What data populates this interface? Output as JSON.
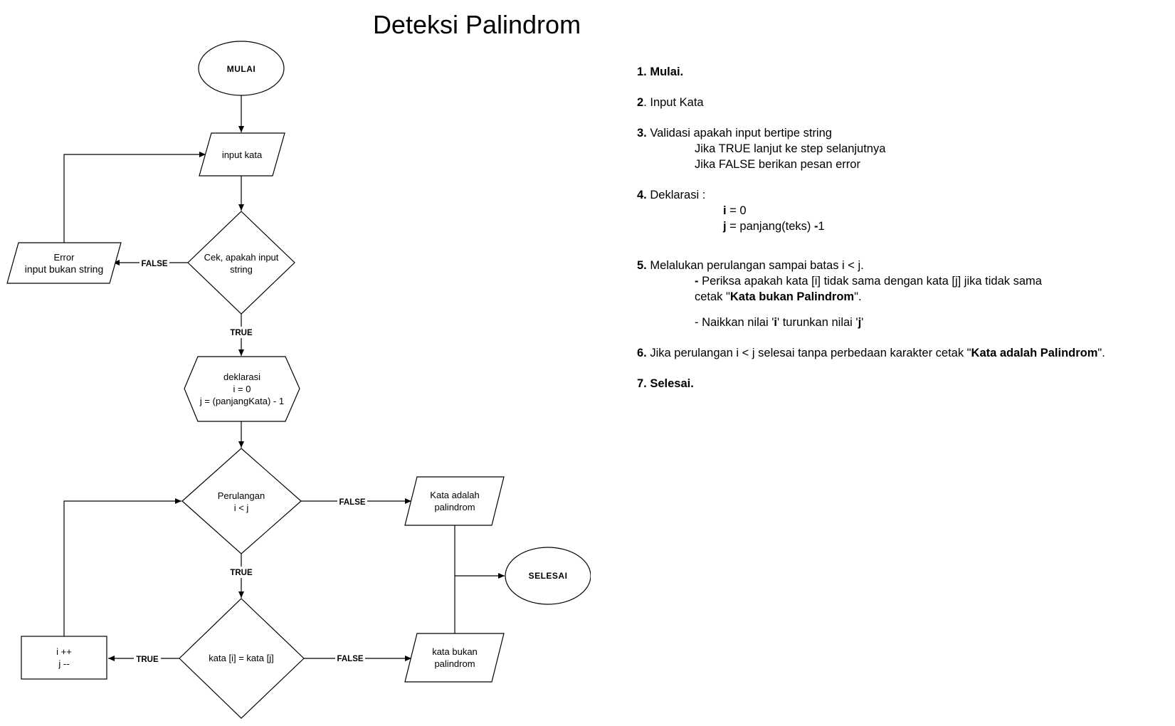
{
  "title": "Deteksi Palindrom",
  "flowchart": {
    "nodes": {
      "start": "MULAI",
      "input": "input kata",
      "check_string": [
        "Cek, apakah input",
        "string"
      ],
      "error": [
        "Error",
        "input bukan string"
      ],
      "declaration": [
        "deklarasi",
        "i = 0",
        "j = (panjangKata) - 1"
      ],
      "loop": [
        "Perulangan",
        "i < j"
      ],
      "compare": "kata [i] = kata [j]",
      "increment": [
        "i ++",
        "j --"
      ],
      "is_palindrome": [
        "Kata adalah",
        "palindrom"
      ],
      "not_palindrome": [
        "kata bukan",
        "palindrom"
      ],
      "end": "SELESAI"
    },
    "edge_labels": {
      "check_false": "FALSE",
      "check_true": "TRUE",
      "loop_false": "FALSE",
      "loop_true": "TRUE",
      "compare_true": "TRUE",
      "compare_false": "FALSE"
    }
  },
  "steps": {
    "s1": {
      "num": "1.",
      "title": "Mulai."
    },
    "s2": {
      "num": "2",
      "text": ". Input Kata"
    },
    "s3": {
      "num": "3.",
      "text": " Validasi apakah input bertipe string",
      "sub": [
        "Jika TRUE lanjut ke step selanjutnya",
        "Jika FALSE berikan pesan error"
      ]
    },
    "s4": {
      "num": "4.",
      "text": " Deklarasi :",
      "i_var": "i",
      "i_rest": " = 0",
      "j_var": "j",
      "j_rest": " = panjang(teks) ",
      "j_minus": "-",
      "j_one": "1"
    },
    "s5": {
      "num": "5.",
      "text": " Melalukan perulangan sampai batas i < j.",
      "dash1": "-",
      "check_text": " Periksa apakah kata  [i] tidak sama dengan kata [j]  jika tidak sama",
      "print_pre": "cetak \"",
      "print_bold": "Kata bukan Palindrom",
      "print_post": "\".",
      "inc_pre": "- Naikkan nilai '",
      "inc_i": "i",
      "inc_mid": "' turunkan nilai '",
      "inc_j": "j",
      "inc_post": "'"
    },
    "s6": {
      "num": "6.",
      "text": " Jika perulangan i < j selesai  tanpa perbedaan karakter cetak \"",
      "bold": "Kata adalah Palindrom",
      "post": "\"."
    },
    "s7": {
      "num": "7.",
      "title": "Selesai."
    }
  }
}
